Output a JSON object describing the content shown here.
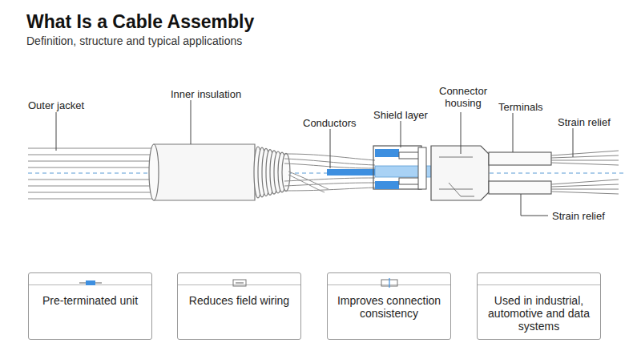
{
  "diagram": {
    "title": "What Is a Cable Assembly",
    "caption": "Definition, structure and typical applications",
    "nodes": [
      {
        "text": [
          "Pre-terminated unit"
        ]
      },
      {
        "text": [
          "Reduces field wiring"
        ]
      },
      {
        "text": [
          "Improves connection consistency"
        ]
      },
      {
        "text": [
          "Used in industrial, automotive and data systems"
        ]
      }
    ],
    "labels": [
      "Outer jacket",
      "Inner insulation",
      "Conductors",
      "Shield layer",
      "Connector housing",
      "Terminals",
      "Strain relief",
      "Strain relief"
    ]
  }
}
